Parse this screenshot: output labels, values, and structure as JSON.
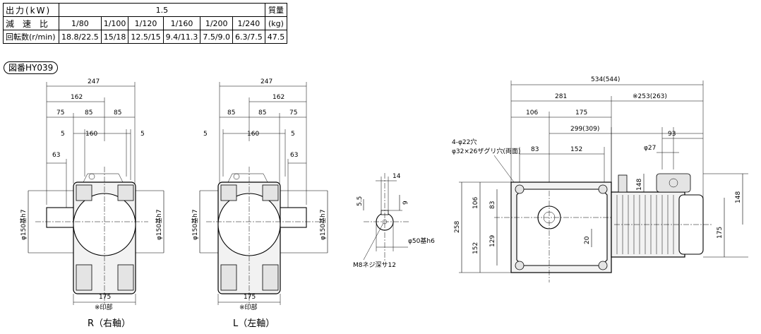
{
  "spec_table": {
    "output_label": "出力(kW)",
    "output_value": "1.5",
    "mass_label": "質量",
    "ratio_label": "減速比",
    "ratios": [
      "1/80",
      "1/100",
      "1/120",
      "1/160",
      "1/200",
      "1/240"
    ],
    "mass_unit": "(kg)",
    "speed_label": "回転数(r/min)",
    "speeds": [
      "18.8/22.5",
      "15/18",
      "12.5/15",
      "9.4/11.3",
      "7.5/9.0",
      "6.3/7.5"
    ],
    "mass_value": "47.5"
  },
  "figure_label": "図番HY039",
  "view_r": {
    "dims_top": [
      "247",
      "162",
      "75",
      "85",
      "85",
      "5",
      "160",
      "5",
      "63"
    ],
    "dia_left": "φ150基h7",
    "dia_right": "φ150基h7",
    "bottom": "175",
    "mark": "※印部",
    "caption": "R（右軸）"
  },
  "view_l": {
    "dims_top": [
      "247",
      "162",
      "85",
      "85",
      "75",
      "5",
      "160",
      "5",
      "63"
    ],
    "dia_left": "φ150基h7",
    "dia_right": "φ150基h7",
    "bottom": "175",
    "mark": "※印部",
    "caption": "L（左軸）"
  },
  "shaft_detail": {
    "d14": "14",
    "d55": "5.5",
    "d9": "9",
    "shaft_dia": "φ50基h6",
    "tap": "M8ネジ深サ12"
  },
  "front_view": {
    "overall": "534(544)",
    "d281": "281",
    "d253": "※253(263)",
    "d106": "106",
    "d175": "175",
    "d299": "299(309)",
    "d93": "93",
    "hole_note1": "4-φ22穴",
    "hole_note2": "φ32×26ザグリ穴(両面)",
    "d27": "φ27",
    "d83h": "83",
    "d152h": "152",
    "v258": "258",
    "v106": "106",
    "v83": "83",
    "v152": "152",
    "v129": "129",
    "v20": "20",
    "v148a": "148",
    "v148b": "148",
    "v175": "175"
  }
}
